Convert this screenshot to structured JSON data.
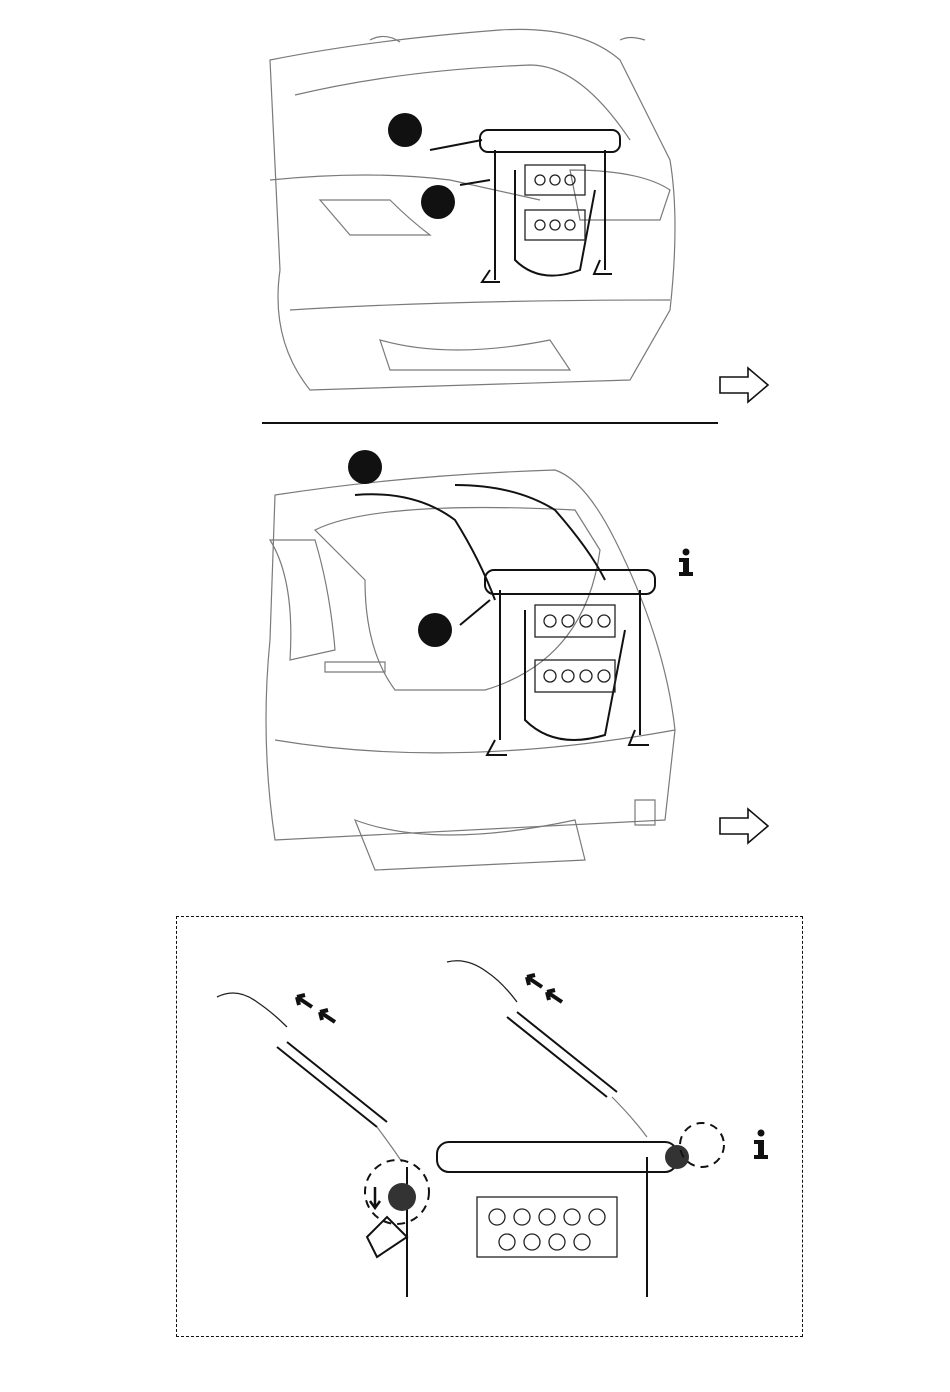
{
  "panels": [
    {
      "id": "sedan-step",
      "subject": "car-rear-sedan",
      "markers": 2,
      "next_arrow": true
    },
    {
      "id": "suv-step",
      "subject": "car-rear-suv",
      "markers": 2,
      "next_arrow": true,
      "info_icon": true
    },
    {
      "id": "detail-step",
      "subject": "strap-tightening-detail",
      "info_icon": true
    }
  ],
  "colors": {
    "ink": "#111111",
    "outline": "#7a7a7a",
    "background": "#ffffff"
  },
  "icons": {
    "info": "info-icon",
    "next": "next-step-arrow-icon",
    "rotate": "rotate-knob-icon"
  }
}
